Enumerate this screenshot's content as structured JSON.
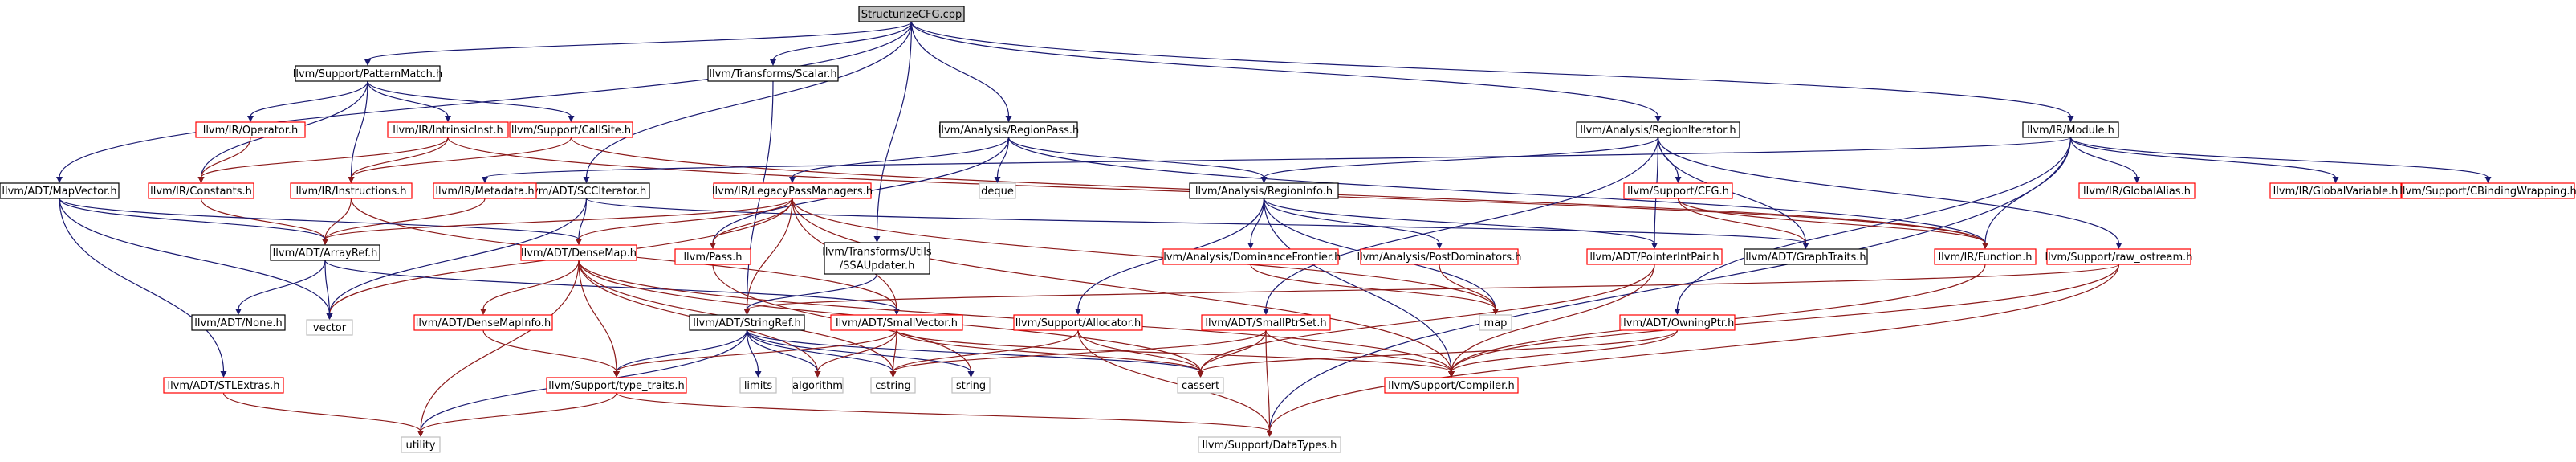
{
  "graph": {
    "nodes": [
      {
        "id": "root",
        "label": "StructurizeCFG.cpp",
        "kind": "selected"
      },
      {
        "id": "patternmatch",
        "label": "llvm/Support/PatternMatch.h",
        "kind": "documented"
      },
      {
        "id": "scalar",
        "label": "llvm/Transforms/Scalar.h",
        "kind": "documented"
      },
      {
        "id": "regionpass",
        "label": "llvm/Analysis/RegionPass.h",
        "kind": "documented"
      },
      {
        "id": "regioniterator",
        "label": "llvm/Analysis/RegionIterator.h",
        "kind": "documented"
      },
      {
        "id": "module",
        "label": "llvm/IR/Module.h",
        "kind": "documented"
      },
      {
        "id": "operator",
        "label": "llvm/IR/Operator.h",
        "kind": "undocumented"
      },
      {
        "id": "intrinsicinst",
        "label": "llvm/IR/IntrinsicInst.h",
        "kind": "undocumented"
      },
      {
        "id": "callsite",
        "label": "llvm/Support/CallSite.h",
        "kind": "undocumented"
      },
      {
        "id": "mapvector",
        "label": "llvm/ADT/MapVector.h",
        "kind": "documented"
      },
      {
        "id": "constants",
        "label": "llvm/IR/Constants.h",
        "kind": "undocumented"
      },
      {
        "id": "instructions",
        "label": "llvm/IR/Instructions.h",
        "kind": "undocumented"
      },
      {
        "id": "scciterator",
        "label": "llvm/ADT/SCCIterator.h",
        "kind": "documented"
      },
      {
        "id": "metadata",
        "label": "llvm/IR/Metadata.h",
        "kind": "undocumented"
      },
      {
        "id": "legacypm",
        "label": "llvm/IR/LegacyPassManagers.h",
        "kind": "undocumented"
      },
      {
        "id": "deque",
        "label": "deque",
        "kind": "system"
      },
      {
        "id": "regioninfo",
        "label": "llvm/Analysis/RegionInfo.h",
        "kind": "documented"
      },
      {
        "id": "supportcfg",
        "label": "llvm/Support/CFG.h",
        "kind": "undocumented"
      },
      {
        "id": "globalalias",
        "label": "llvm/IR/GlobalAlias.h",
        "kind": "undocumented"
      },
      {
        "id": "globalvariable",
        "label": "llvm/IR/GlobalVariable.h",
        "kind": "undocumented"
      },
      {
        "id": "cbinding",
        "label": "llvm/Support/CBindingWrapping.h",
        "kind": "undocumented"
      },
      {
        "id": "arrayref",
        "label": "llvm/ADT/ArrayRef.h",
        "kind": "documented"
      },
      {
        "id": "densemap",
        "label": "llvm/ADT/DenseMap.h",
        "kind": "undocumented"
      },
      {
        "id": "ssaupdater",
        "label": "llvm/Transforms/Utils\n/SSAUpdater.h",
        "kind": "documented"
      },
      {
        "id": "pass",
        "label": "llvm/Pass.h",
        "kind": "undocumented"
      },
      {
        "id": "domfrontier",
        "label": "llvm/Analysis/DominanceFrontier.h",
        "kind": "undocumented"
      },
      {
        "id": "postdom",
        "label": "llvm/Analysis/PostDominators.h",
        "kind": "undocumented"
      },
      {
        "id": "pointerintpair",
        "label": "llvm/ADT/PointerIntPair.h",
        "kind": "undocumented"
      },
      {
        "id": "graphtraits",
        "label": "llvm/ADT/GraphTraits.h",
        "kind": "documented"
      },
      {
        "id": "function",
        "label": "llvm/IR/Function.h",
        "kind": "undocumented"
      },
      {
        "id": "rawostream",
        "label": "llvm/Support/raw_ostream.h",
        "kind": "undocumented"
      },
      {
        "id": "none",
        "label": "llvm/ADT/None.h",
        "kind": "documented"
      },
      {
        "id": "vector",
        "label": "vector",
        "kind": "system"
      },
      {
        "id": "densemapinfo",
        "label": "llvm/ADT/DenseMapInfo.h",
        "kind": "undocumented"
      },
      {
        "id": "stringref",
        "label": "llvm/ADT/StringRef.h",
        "kind": "documented"
      },
      {
        "id": "smallvector",
        "label": "llvm/ADT/SmallVector.h",
        "kind": "undocumented"
      },
      {
        "id": "allocator",
        "label": "llvm/Support/Allocator.h",
        "kind": "undocumented"
      },
      {
        "id": "smallptrset",
        "label": "llvm/ADT/SmallPtrSet.h",
        "kind": "undocumented"
      },
      {
        "id": "map",
        "label": "map",
        "kind": "system"
      },
      {
        "id": "owningptr",
        "label": "llvm/ADT/OwningPtr.h",
        "kind": "undocumented"
      },
      {
        "id": "stlextras",
        "label": "llvm/ADT/STLExtras.h",
        "kind": "undocumented"
      },
      {
        "id": "typetraits",
        "label": "llvm/Support/type_traits.h",
        "kind": "undocumented"
      },
      {
        "id": "limits",
        "label": "limits",
        "kind": "system"
      },
      {
        "id": "algorithm",
        "label": "algorithm",
        "kind": "system"
      },
      {
        "id": "cstring",
        "label": "cstring",
        "kind": "system"
      },
      {
        "id": "string",
        "label": "string",
        "kind": "system"
      },
      {
        "id": "cassert",
        "label": "cassert",
        "kind": "system"
      },
      {
        "id": "compiler",
        "label": "llvm/Support/Compiler.h",
        "kind": "undocumented"
      },
      {
        "id": "utility",
        "label": "utility",
        "kind": "system"
      },
      {
        "id": "datatypes",
        "label": "llvm/Support/DataTypes.h",
        "kind": "system"
      }
    ],
    "edges": [
      [
        "root",
        "patternmatch"
      ],
      [
        "root",
        "scalar"
      ],
      [
        "root",
        "regionpass"
      ],
      [
        "root",
        "regioniterator"
      ],
      [
        "root",
        "module"
      ],
      [
        "root",
        "mapvector"
      ],
      [
        "root",
        "scciterator"
      ],
      [
        "root",
        "ssaupdater"
      ],
      [
        "patternmatch",
        "operator"
      ],
      [
        "patternmatch",
        "intrinsicinst"
      ],
      [
        "patternmatch",
        "callsite"
      ],
      [
        "patternmatch",
        "constants"
      ],
      [
        "patternmatch",
        "instructions"
      ],
      [
        "operator",
        "constants"
      ],
      [
        "intrinsicinst",
        "constants"
      ],
      [
        "intrinsicinst",
        "instructions"
      ],
      [
        "intrinsicinst",
        "function"
      ],
      [
        "callsite",
        "instructions"
      ],
      [
        "callsite",
        "function"
      ],
      [
        "constants",
        "arrayref"
      ],
      [
        "instructions",
        "arrayref"
      ],
      [
        "instructions",
        "smallvector"
      ],
      [
        "metadata",
        "arrayref"
      ],
      [
        "scalar",
        "stringref"
      ],
      [
        "regionpass",
        "legacypm"
      ],
      [
        "regionpass",
        "regioninfo"
      ],
      [
        "regionpass",
        "deque"
      ],
      [
        "regionpass",
        "pass"
      ],
      [
        "regionpass",
        "function"
      ],
      [
        "regioniterator",
        "regioninfo"
      ],
      [
        "regioniterator",
        "pointerintpair"
      ],
      [
        "regioniterator",
        "graphtraits"
      ],
      [
        "regioniterator",
        "supportcfg"
      ],
      [
        "regioniterator",
        "smallptrset"
      ],
      [
        "regioniterator",
        "rawostream"
      ],
      [
        "module",
        "metadata"
      ],
      [
        "module",
        "function"
      ],
      [
        "module",
        "globalalias"
      ],
      [
        "module",
        "globalvariable"
      ],
      [
        "module",
        "cbinding"
      ],
      [
        "module",
        "owningptr"
      ],
      [
        "module",
        "datatypes"
      ],
      [
        "supportcfg",
        "graphtraits"
      ],
      [
        "supportcfg",
        "function"
      ],
      [
        "mapvector",
        "arrayref"
      ],
      [
        "mapvector",
        "densemap"
      ],
      [
        "mapvector",
        "vector"
      ],
      [
        "mapvector",
        "stlextras"
      ],
      [
        "scciterator",
        "densemap"
      ],
      [
        "scciterator",
        "vector"
      ],
      [
        "scciterator",
        "graphtraits"
      ],
      [
        "legacypm",
        "densemap"
      ],
      [
        "legacypm",
        "smallvector"
      ],
      [
        "legacypm",
        "arrayref"
      ],
      [
        "legacypm",
        "pass"
      ],
      [
        "legacypm",
        "stringref"
      ],
      [
        "legacypm",
        "map"
      ],
      [
        "legacypm",
        "vector"
      ],
      [
        "legacypm",
        "compiler"
      ],
      [
        "regioninfo",
        "domfrontier"
      ],
      [
        "regioninfo",
        "postdom"
      ],
      [
        "regioninfo",
        "pointerintpair"
      ],
      [
        "regioninfo",
        "allocator"
      ],
      [
        "regioninfo",
        "map"
      ],
      [
        "regioninfo",
        "compiler"
      ],
      [
        "domfrontier",
        "map"
      ],
      [
        "postdom",
        "map"
      ],
      [
        "arrayref",
        "none"
      ],
      [
        "arrayref",
        "vector"
      ],
      [
        "arrayref",
        "smallvector"
      ],
      [
        "densemap",
        "densemapinfo"
      ],
      [
        "densemap",
        "typetraits"
      ],
      [
        "densemap",
        "algorithm"
      ],
      [
        "densemap",
        "cstring"
      ],
      [
        "densemap",
        "cassert"
      ],
      [
        "densemap",
        "utility"
      ],
      [
        "densemap",
        "compiler"
      ],
      [
        "densemapinfo",
        "typetraits"
      ],
      [
        "ssaupdater",
        "stringref"
      ],
      [
        "pass",
        "string"
      ],
      [
        "pointerintpair",
        "cassert"
      ],
      [
        "pointerintpair",
        "compiler"
      ],
      [
        "function",
        "compiler"
      ],
      [
        "rawostream",
        "stringref"
      ],
      [
        "rawostream",
        "compiler"
      ],
      [
        "rawostream",
        "datatypes"
      ],
      [
        "stringref",
        "typetraits"
      ],
      [
        "stringref",
        "algorithm"
      ],
      [
        "stringref",
        "cassert"
      ],
      [
        "stringref",
        "cstring"
      ],
      [
        "stringref",
        "limits"
      ],
      [
        "stringref",
        "string"
      ],
      [
        "stringref",
        "utility"
      ],
      [
        "smallvector",
        "typetraits"
      ],
      [
        "smallvector",
        "algorithm"
      ],
      [
        "smallvector",
        "cstring"
      ],
      [
        "smallvector",
        "cassert"
      ],
      [
        "smallvector",
        "compiler"
      ],
      [
        "allocator",
        "cassert"
      ],
      [
        "allocator",
        "cstring"
      ],
      [
        "allocator",
        "datatypes"
      ],
      [
        "smallptrset",
        "cassert"
      ],
      [
        "smallptrset",
        "cstring"
      ],
      [
        "smallptrset",
        "compiler"
      ],
      [
        "smallptrset",
        "datatypes"
      ],
      [
        "owningptr",
        "cassert"
      ],
      [
        "owningptr",
        "compiler"
      ],
      [
        "stlextras",
        "utility"
      ],
      [
        "typetraits",
        "utility"
      ],
      [
        "typetraits",
        "datatypes"
      ]
    ]
  }
}
